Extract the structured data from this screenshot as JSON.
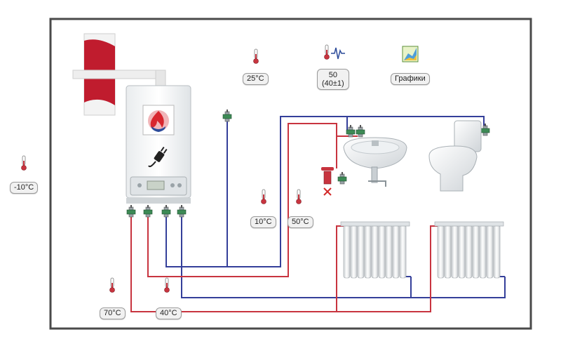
{
  "colors": {
    "frame": "#4a4a4a",
    "hot_pipe": "#c8343f",
    "cold_pipe": "#343f9a",
    "chimney_red": "#c01c2e",
    "valve_green": "#3d8a55"
  },
  "icons": [
    "thermometer-icon",
    "pressure-sensor-icon",
    "charts-icon",
    "power-plug-icon",
    "flame-logo-icon",
    "close-x-icon"
  ],
  "labels": {
    "outdoor_temp": "-10°C",
    "room_temp": "25°C",
    "pressure_value": "50",
    "pressure_range": "(40±1)",
    "charts_label": "Графики",
    "cold_water_temp": "10°C",
    "hot_water_temp": "50°C",
    "supply_temp": "70°C",
    "return_temp": "40°C"
  }
}
